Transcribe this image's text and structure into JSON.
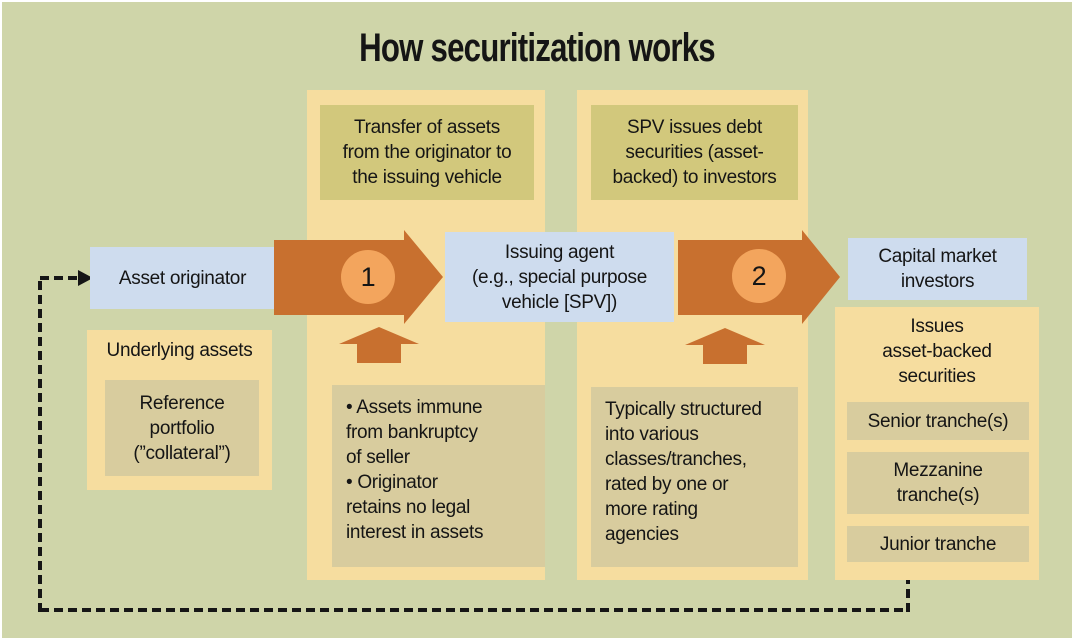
{
  "title": "How securitization works",
  "colors": {
    "bg": "#cfd5a9",
    "panel": "#f6dd9f",
    "olive": "#d2c87c",
    "tan": "#d8cc9e",
    "blue": "#cedcee",
    "orange": "#c8702f",
    "circle": "#f3a55d",
    "line": "#161616"
  },
  "flow": {
    "asset_originator": "Asset originator",
    "issuing_agent": "Issuing agent\n(e.g., special purpose\nvehicle [SPV])",
    "capital_market_investors": "Capital market\ninvestors",
    "step1": "1",
    "step2": "2"
  },
  "panels": {
    "transfer_note": "Transfer of assets\nfrom the originator to\nthe issuing vehicle",
    "spv_note": "SPV issues debt\nsecurities (asset-\nbacked) to investors",
    "underlying": {
      "title": "Underlying assets",
      "box": "Reference\nportfolio\n(”collateral”)"
    },
    "bullets": [
      "• Assets immune\nfrom bankruptcy\nof seller",
      "• Originator\nretains no legal\ninterest in assets"
    ],
    "typically_note": "Typically structured\ninto various\nclasses/tranches,\nrated by one or\nmore rating\nagencies",
    "issues": {
      "title": "Issues\nasset-backed\nsecurities",
      "tranches": [
        "Senior tranche(s)",
        "Mezzanine\ntranche(s)",
        "Junior tranche"
      ]
    }
  }
}
